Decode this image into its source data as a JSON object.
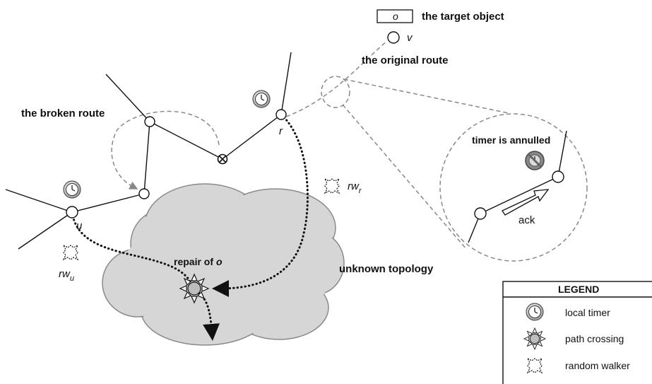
{
  "labels": {
    "target_object": "the target object",
    "object_symbol": "o",
    "node_v": "v",
    "original_route": "the original route",
    "broken_route": "the broken route",
    "node_r": "r",
    "node_u": "u",
    "walker_r_base": "rw",
    "walker_r_sub": "r",
    "walker_u_base": "rw",
    "walker_u_sub": "u",
    "repair_text": "repair of",
    "repair_obj": "o",
    "unknown_topology": "unknown topology",
    "timer_annulled": "timer is annulled",
    "ack": "ack"
  },
  "legend": {
    "title": "LEGEND",
    "items": [
      {
        "icon": "clock-icon",
        "label": "local timer"
      },
      {
        "icon": "sun-icon",
        "label": "path crossing"
      },
      {
        "icon": "random-walker-icon",
        "label": "random walker"
      }
    ]
  },
  "colors": {
    "line": "#111111",
    "cloud_fill": "#dcdcdc",
    "cloud_stroke": "#8a8a8a",
    "dashed": "#888888"
  }
}
